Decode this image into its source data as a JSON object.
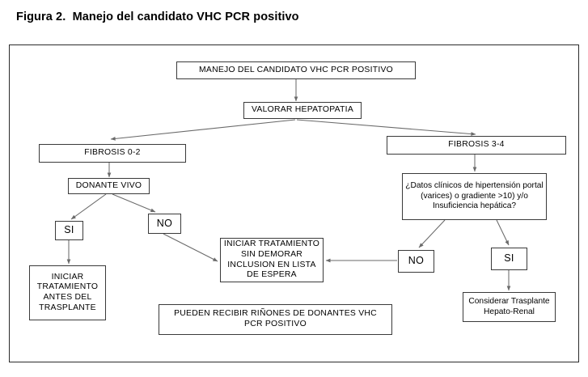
{
  "title": "Figura 2.  Manejo del candidato VHC PCR positivo",
  "diagram": {
    "type": "flowchart",
    "nodes": {
      "root": "MANEJO DEL CANDIDATO VHC PCR POSITIVO",
      "valorar": "VALORAR HEPATOPATIA",
      "fibrosis_0_2": "FIBROSIS 0-2",
      "fibrosis_3_4": "FIBROSIS 3-4",
      "donante_vivo": "DONANTE VIVO",
      "question_hipertension": "¿Datos clínicos de hipertensión portal (varices) o gradiente >10) y/o Insuficiencia hepática?",
      "si_left": "SI",
      "no_left": "NO",
      "iniciar_antes": "INICIAR\nTRATAMIENTO\nANTES DEL\nTRASPLANTE",
      "iniciar_sin_demorar": "INICIAR TRATAMIENTO\nSIN DEMORAR\nINCLUSION EN LISTA\nDE ESPERA",
      "no_right": "NO",
      "si_right": "SI",
      "rinones": "PUEDEN RECIBIR RIÑONES DE DONANTES VHC\nPCR POSITIVO",
      "hepato_renal": "Considerar Trasplante\nHepato-Renal"
    },
    "edges": [
      {
        "from": "root",
        "to": "valorar"
      },
      {
        "from": "valorar",
        "to": "fibrosis_0_2"
      },
      {
        "from": "valorar",
        "to": "fibrosis_3_4"
      },
      {
        "from": "fibrosis_0_2",
        "to": "donante_vivo"
      },
      {
        "from": "donante_vivo",
        "to": "si_left"
      },
      {
        "from": "donante_vivo",
        "to": "no_left"
      },
      {
        "from": "si_left",
        "to": "iniciar_antes"
      },
      {
        "from": "no_left",
        "to": "iniciar_sin_demorar"
      },
      {
        "from": "fibrosis_3_4",
        "to": "question_hipertension"
      },
      {
        "from": "question_hipertension",
        "to": "no_right"
      },
      {
        "from": "question_hipertension",
        "to": "si_right"
      },
      {
        "from": "no_right",
        "to": "iniciar_sin_demorar"
      },
      {
        "from": "si_right",
        "to": "hepato_renal"
      }
    ]
  },
  "colors": {
    "border": "#3a3a3a",
    "frame": "#2b2b2b",
    "edge": "#6a6a6a",
    "background": "#ffffff",
    "text": "#000000"
  }
}
